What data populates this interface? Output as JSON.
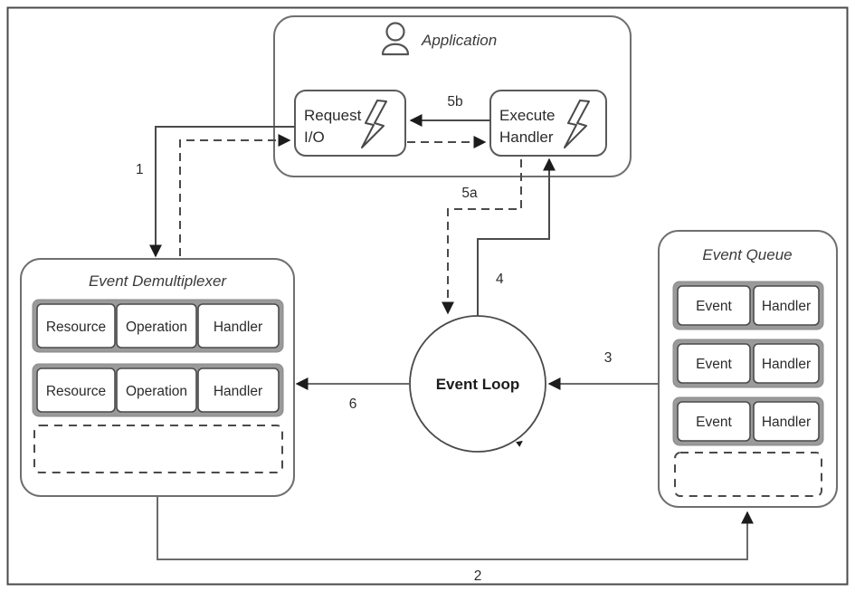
{
  "frame": {
    "border_color": "#4a4a4a",
    "background": "#ffffff"
  },
  "palette": {
    "line": "#6b6b6b",
    "dark_line": "#3c3c3c",
    "cell_wrapper": "#9a9a9a",
    "cell_fill": "#ffffff",
    "cell_border": "#4a4a4a",
    "container_border": "#6f6f6f",
    "text": "#2b2b2b",
    "dashed": "#4a4a4a"
  },
  "application": {
    "title": "Application",
    "icon": "user-icon",
    "boxes": [
      {
        "id": "request-io",
        "label_line1": "Request",
        "label_line2": "I/O",
        "icon": "lightning-bolt-icon"
      },
      {
        "id": "execute-handler",
        "label_line1": "Execute",
        "label_line2": "Handler",
        "icon": "lightning-bolt-icon"
      }
    ]
  },
  "event_demultiplexer": {
    "title": "Event Demultiplexer",
    "column_labels": [
      "Resource",
      "Operation",
      "Handler"
    ],
    "rows": [
      {
        "cells": [
          "Resource",
          "Operation",
          "Handler"
        ]
      },
      {
        "cells": [
          "Resource",
          "Operation",
          "Handler"
        ]
      }
    ],
    "empty_slot": true
  },
  "event_queue": {
    "title": "Event Queue",
    "column_labels": [
      "Event",
      "Handler"
    ],
    "rows": [
      {
        "cells": [
          "Event",
          "Handler"
        ]
      },
      {
        "cells": [
          "Event",
          "Handler"
        ]
      },
      {
        "cells": [
          "Event",
          "Handler"
        ]
      }
    ],
    "empty_slot": true
  },
  "event_loop": {
    "label": "Event Loop"
  },
  "flow_steps": [
    {
      "id": "step-1",
      "label": "1",
      "from": "Request I/O",
      "to": "Event Demultiplexer",
      "style": "solid"
    },
    {
      "id": "step-2",
      "label": "2",
      "from": "Event Demultiplexer",
      "to": "Event Queue",
      "style": "solid"
    },
    {
      "id": "step-3",
      "label": "3",
      "from": "Event Queue",
      "to": "Event Loop",
      "style": "solid"
    },
    {
      "id": "step-4",
      "label": "4",
      "from": "Event Loop",
      "to": "Execute Handler",
      "style": "solid"
    },
    {
      "id": "step-5a",
      "label": "5a",
      "from": "Execute Handler",
      "to": "Event Loop",
      "style": "dashed"
    },
    {
      "id": "step-5b",
      "label": "5b",
      "from": "Execute Handler",
      "to": "Request I/O",
      "style": "solid"
    },
    {
      "id": "step-6",
      "label": "6",
      "from": "Event Loop",
      "to": "Event Demultiplexer",
      "style": "solid"
    }
  ]
}
